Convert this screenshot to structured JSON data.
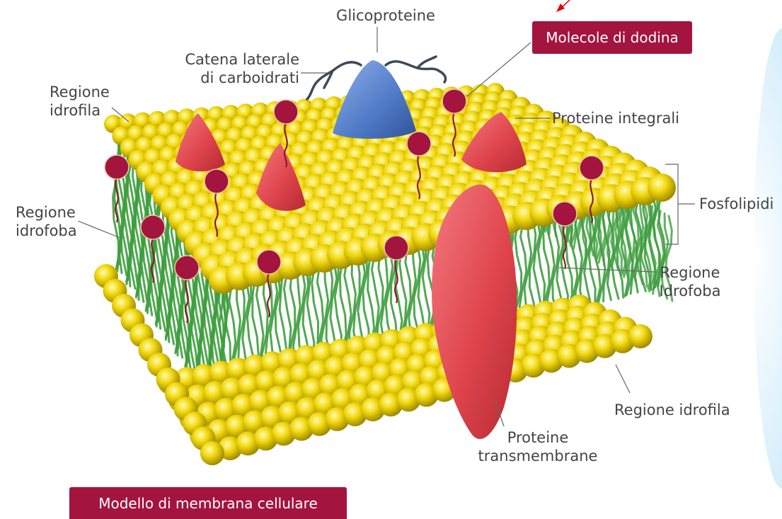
{
  "labels": {
    "glicoproteine": "Glicoproteine",
    "catena_line1": "Catena laterale",
    "catena_line2": "di carboidrati",
    "regione_idrofila_top_1": "Regione",
    "regione_idrofila_top_2": "idrofila",
    "proteine_integrali": "Proteine integrali",
    "regione_idrofoba_left_1": "Regione",
    "regione_idrofoba_left_2": "idrofoba",
    "fosfolipidi": "Fosfolipidi",
    "regione_idrofoba_right_1": "Regione",
    "regione_idrofoba_right_2": "Idrofoba",
    "regione_idrofila_bottom": "Regione idrofila",
    "proteine_trans_1": "Proteine",
    "proteine_trans_2": "transmembrane"
  },
  "badges": {
    "molecole": "Molecole di dodina",
    "modello": "Modello di membrana cellulare"
  },
  "colors": {
    "badge": "#a3143e",
    "head": "#f2d80f",
    "head_dark": "#9c8a00",
    "tail": "#3e9e3e",
    "protein_red": "#e0454d",
    "glycoprotein_blue": "#4f79c6",
    "dodina_dot": "#a3143e",
    "arrow_red": "#e00000"
  }
}
